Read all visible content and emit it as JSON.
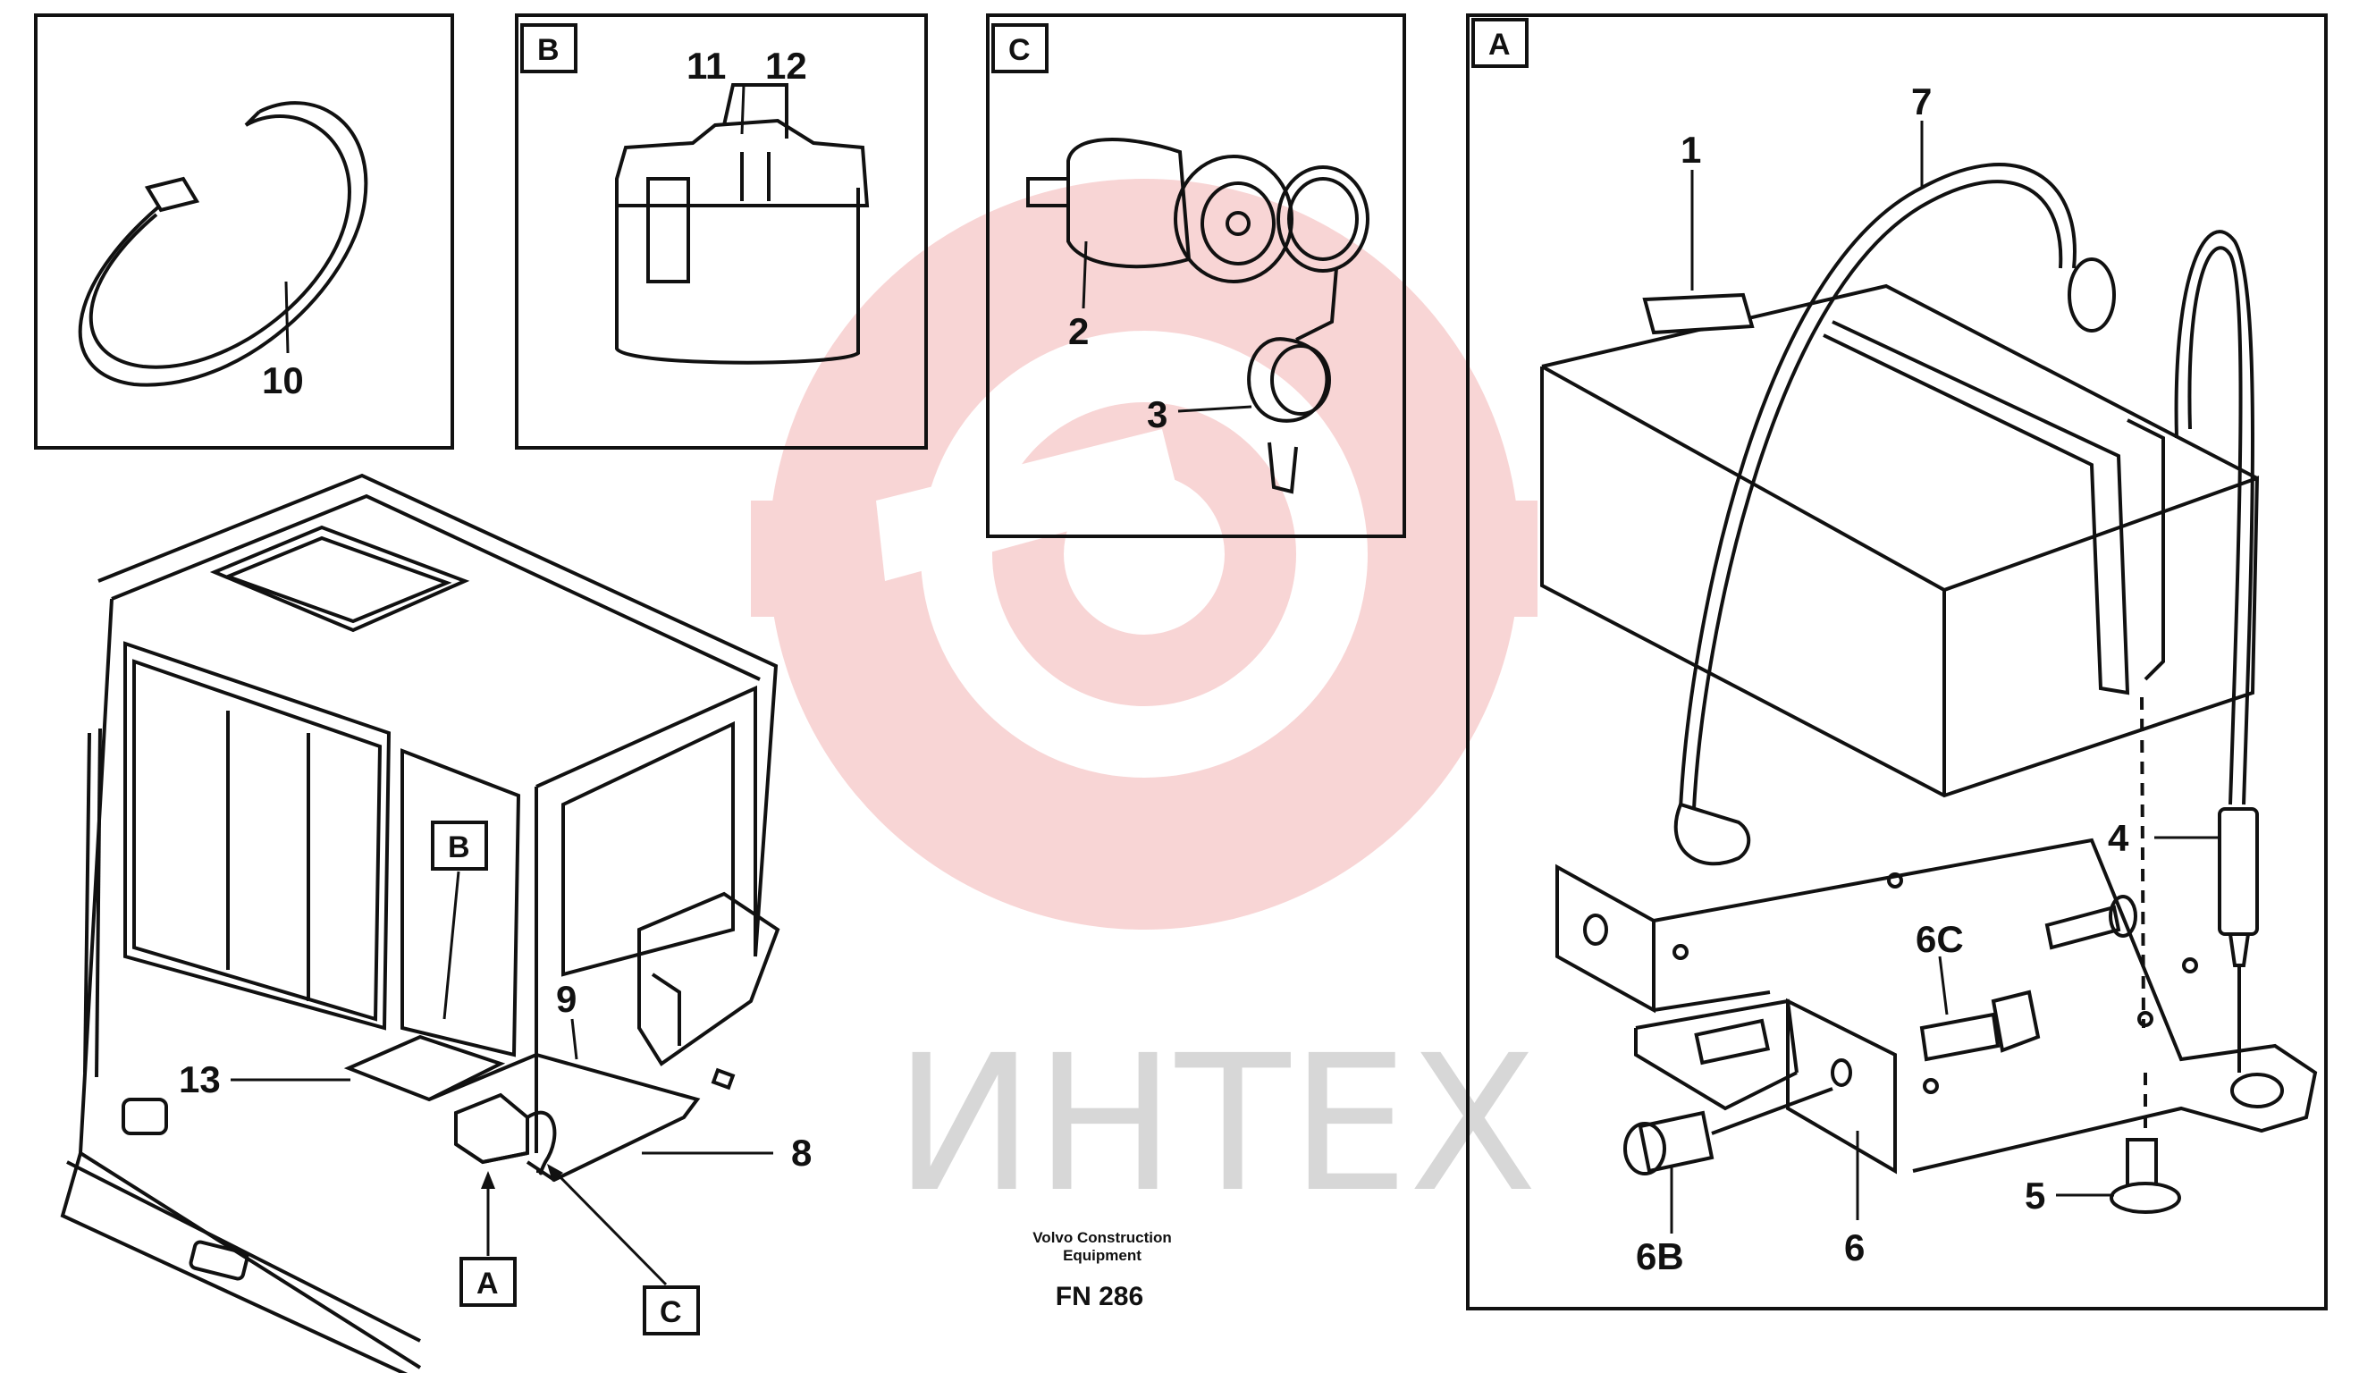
{
  "watermark": {
    "text": "ИНТЕХ",
    "logo_color": "#f3b3b3",
    "text_color": "#d7d7d7"
  },
  "callout_letters": {
    "a": "A",
    "b": "B",
    "c": "C"
  },
  "part_labels": {
    "p1": "1",
    "p2": "2",
    "p3": "3",
    "p4": "4",
    "p5": "5",
    "p6": "6",
    "p6b": "6B",
    "p6c": "6C",
    "p7": "7",
    "p8": "8",
    "p9": "9",
    "p10": "10",
    "p11": "11",
    "p12": "12",
    "p13": "13"
  },
  "footer": {
    "company_line1": "Volvo Construction",
    "company_line2": "Equipment",
    "code": "FN 286"
  }
}
